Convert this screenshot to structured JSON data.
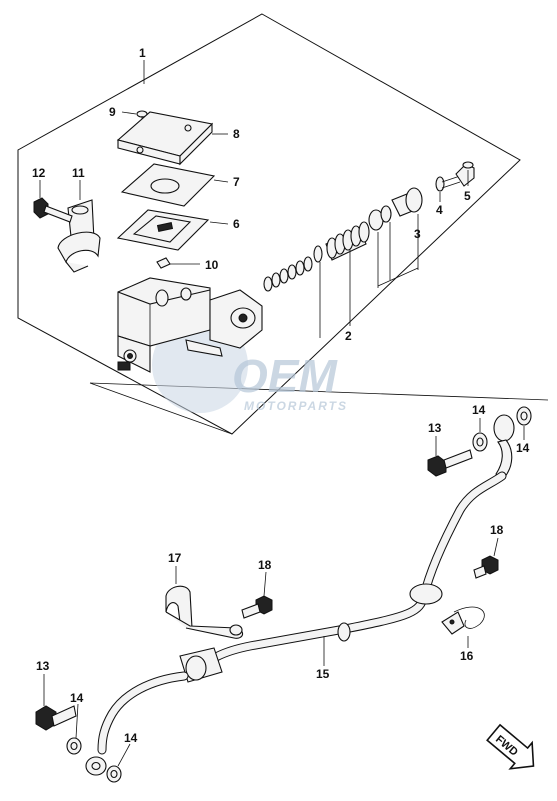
{
  "watermark": {
    "brand": "OEM",
    "tagline": "MOTORPARTS"
  },
  "badge": {
    "fwd_label": "FWD"
  },
  "callouts": {
    "c1": "1",
    "c2": "2",
    "c3": "3",
    "c4": "4",
    "c5": "5",
    "c6": "6",
    "c7": "7",
    "c8": "8",
    "c9": "9",
    "c10": "10",
    "c11": "11",
    "c12": "12",
    "c13a": "13",
    "c14a": "14",
    "c14b": "14",
    "c18a": "18",
    "c16": "16",
    "c15": "15",
    "c17": "17",
    "c18b": "18",
    "c13b": "13",
    "c14c": "14",
    "c14d": "14"
  }
}
